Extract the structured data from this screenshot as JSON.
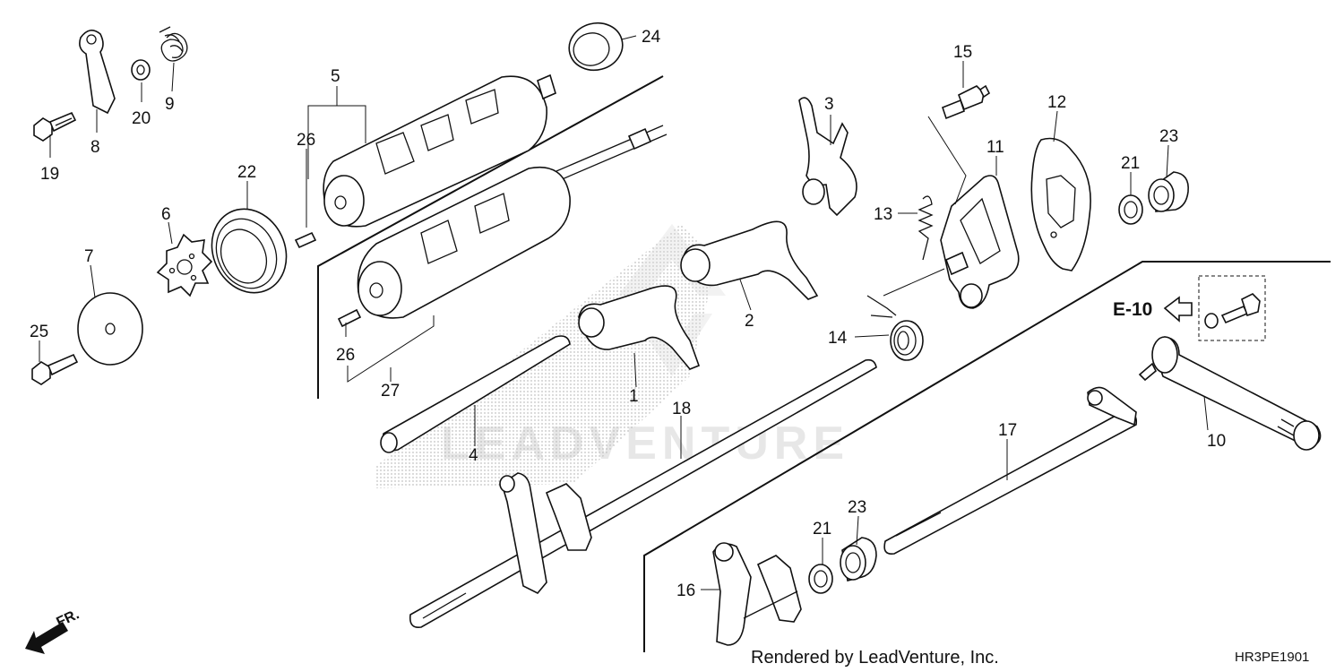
{
  "callouts": [
    {
      "id": "c1",
      "text": "1"
    },
    {
      "id": "c2",
      "text": "2"
    },
    {
      "id": "c3",
      "text": "3"
    },
    {
      "id": "c4",
      "text": "4"
    },
    {
      "id": "c5",
      "text": "5"
    },
    {
      "id": "c6",
      "text": "6"
    },
    {
      "id": "c7",
      "text": "7"
    },
    {
      "id": "c8",
      "text": "8"
    },
    {
      "id": "c9",
      "text": "9"
    },
    {
      "id": "c10",
      "text": "10"
    },
    {
      "id": "c11",
      "text": "11"
    },
    {
      "id": "c12",
      "text": "12"
    },
    {
      "id": "c13",
      "text": "13"
    },
    {
      "id": "c14",
      "text": "14"
    },
    {
      "id": "c15",
      "text": "15"
    },
    {
      "id": "c16",
      "text": "16"
    },
    {
      "id": "c17",
      "text": "17"
    },
    {
      "id": "c18",
      "text": "18"
    },
    {
      "id": "c19",
      "text": "19"
    },
    {
      "id": "c20",
      "text": "20"
    },
    {
      "id": "c21a",
      "text": "21"
    },
    {
      "id": "c21b",
      "text": "21"
    },
    {
      "id": "c22",
      "text": "22"
    },
    {
      "id": "c23a",
      "text": "23"
    },
    {
      "id": "c23b",
      "text": "23"
    },
    {
      "id": "c24",
      "text": "24"
    },
    {
      "id": "c25",
      "text": "25"
    },
    {
      "id": "c26a",
      "text": "26"
    },
    {
      "id": "c26b",
      "text": "26"
    },
    {
      "id": "c27",
      "text": "27"
    }
  ],
  "reference": "E-10",
  "direction": "FR.",
  "watermark": "LEADVENTURE",
  "credit": "Rendered by LeadVenture, Inc.",
  "diagram_code": "HR3PE1901"
}
